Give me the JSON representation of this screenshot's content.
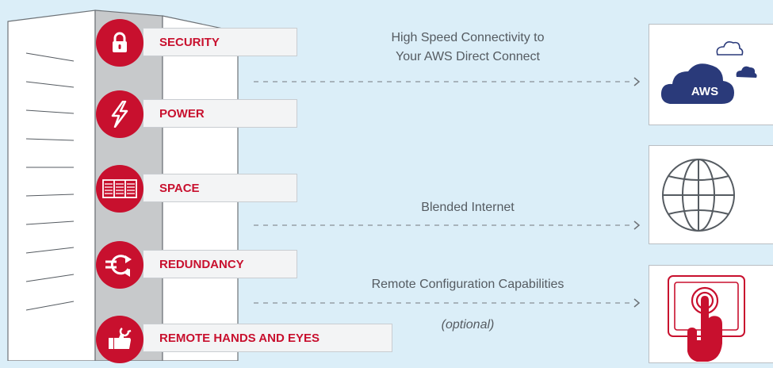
{
  "colors": {
    "background": "#dbeef8",
    "accent_red": "#c8102e",
    "navy": "#2a3a7a",
    "gray_text": "#555b61",
    "dashed_line": "#8a9096"
  },
  "features": [
    {
      "label": "SECURITY",
      "icon": "lock-icon"
    },
    {
      "label": "POWER",
      "icon": "lightning-icon"
    },
    {
      "label": "SPACE",
      "icon": "server-rack-icon"
    },
    {
      "label": "REDUNDANCY",
      "icon": "redundancy-arrows-icon"
    },
    {
      "label": "REMOTE HANDS AND EYES",
      "icon": "hand-wrench-icon"
    }
  ],
  "connections": [
    {
      "line1": "High Speed Connectivity to",
      "line2": "Your AWS Direct Connect"
    },
    {
      "line1": "Blended Internet"
    },
    {
      "line1": "Remote Configuration Capabilities",
      "note": "(optional)"
    }
  ],
  "services": [
    {
      "icon": "aws-cloud-icon",
      "label": "AWS"
    },
    {
      "icon": "globe-icon"
    },
    {
      "icon": "touchscreen-hand-icon"
    }
  ]
}
